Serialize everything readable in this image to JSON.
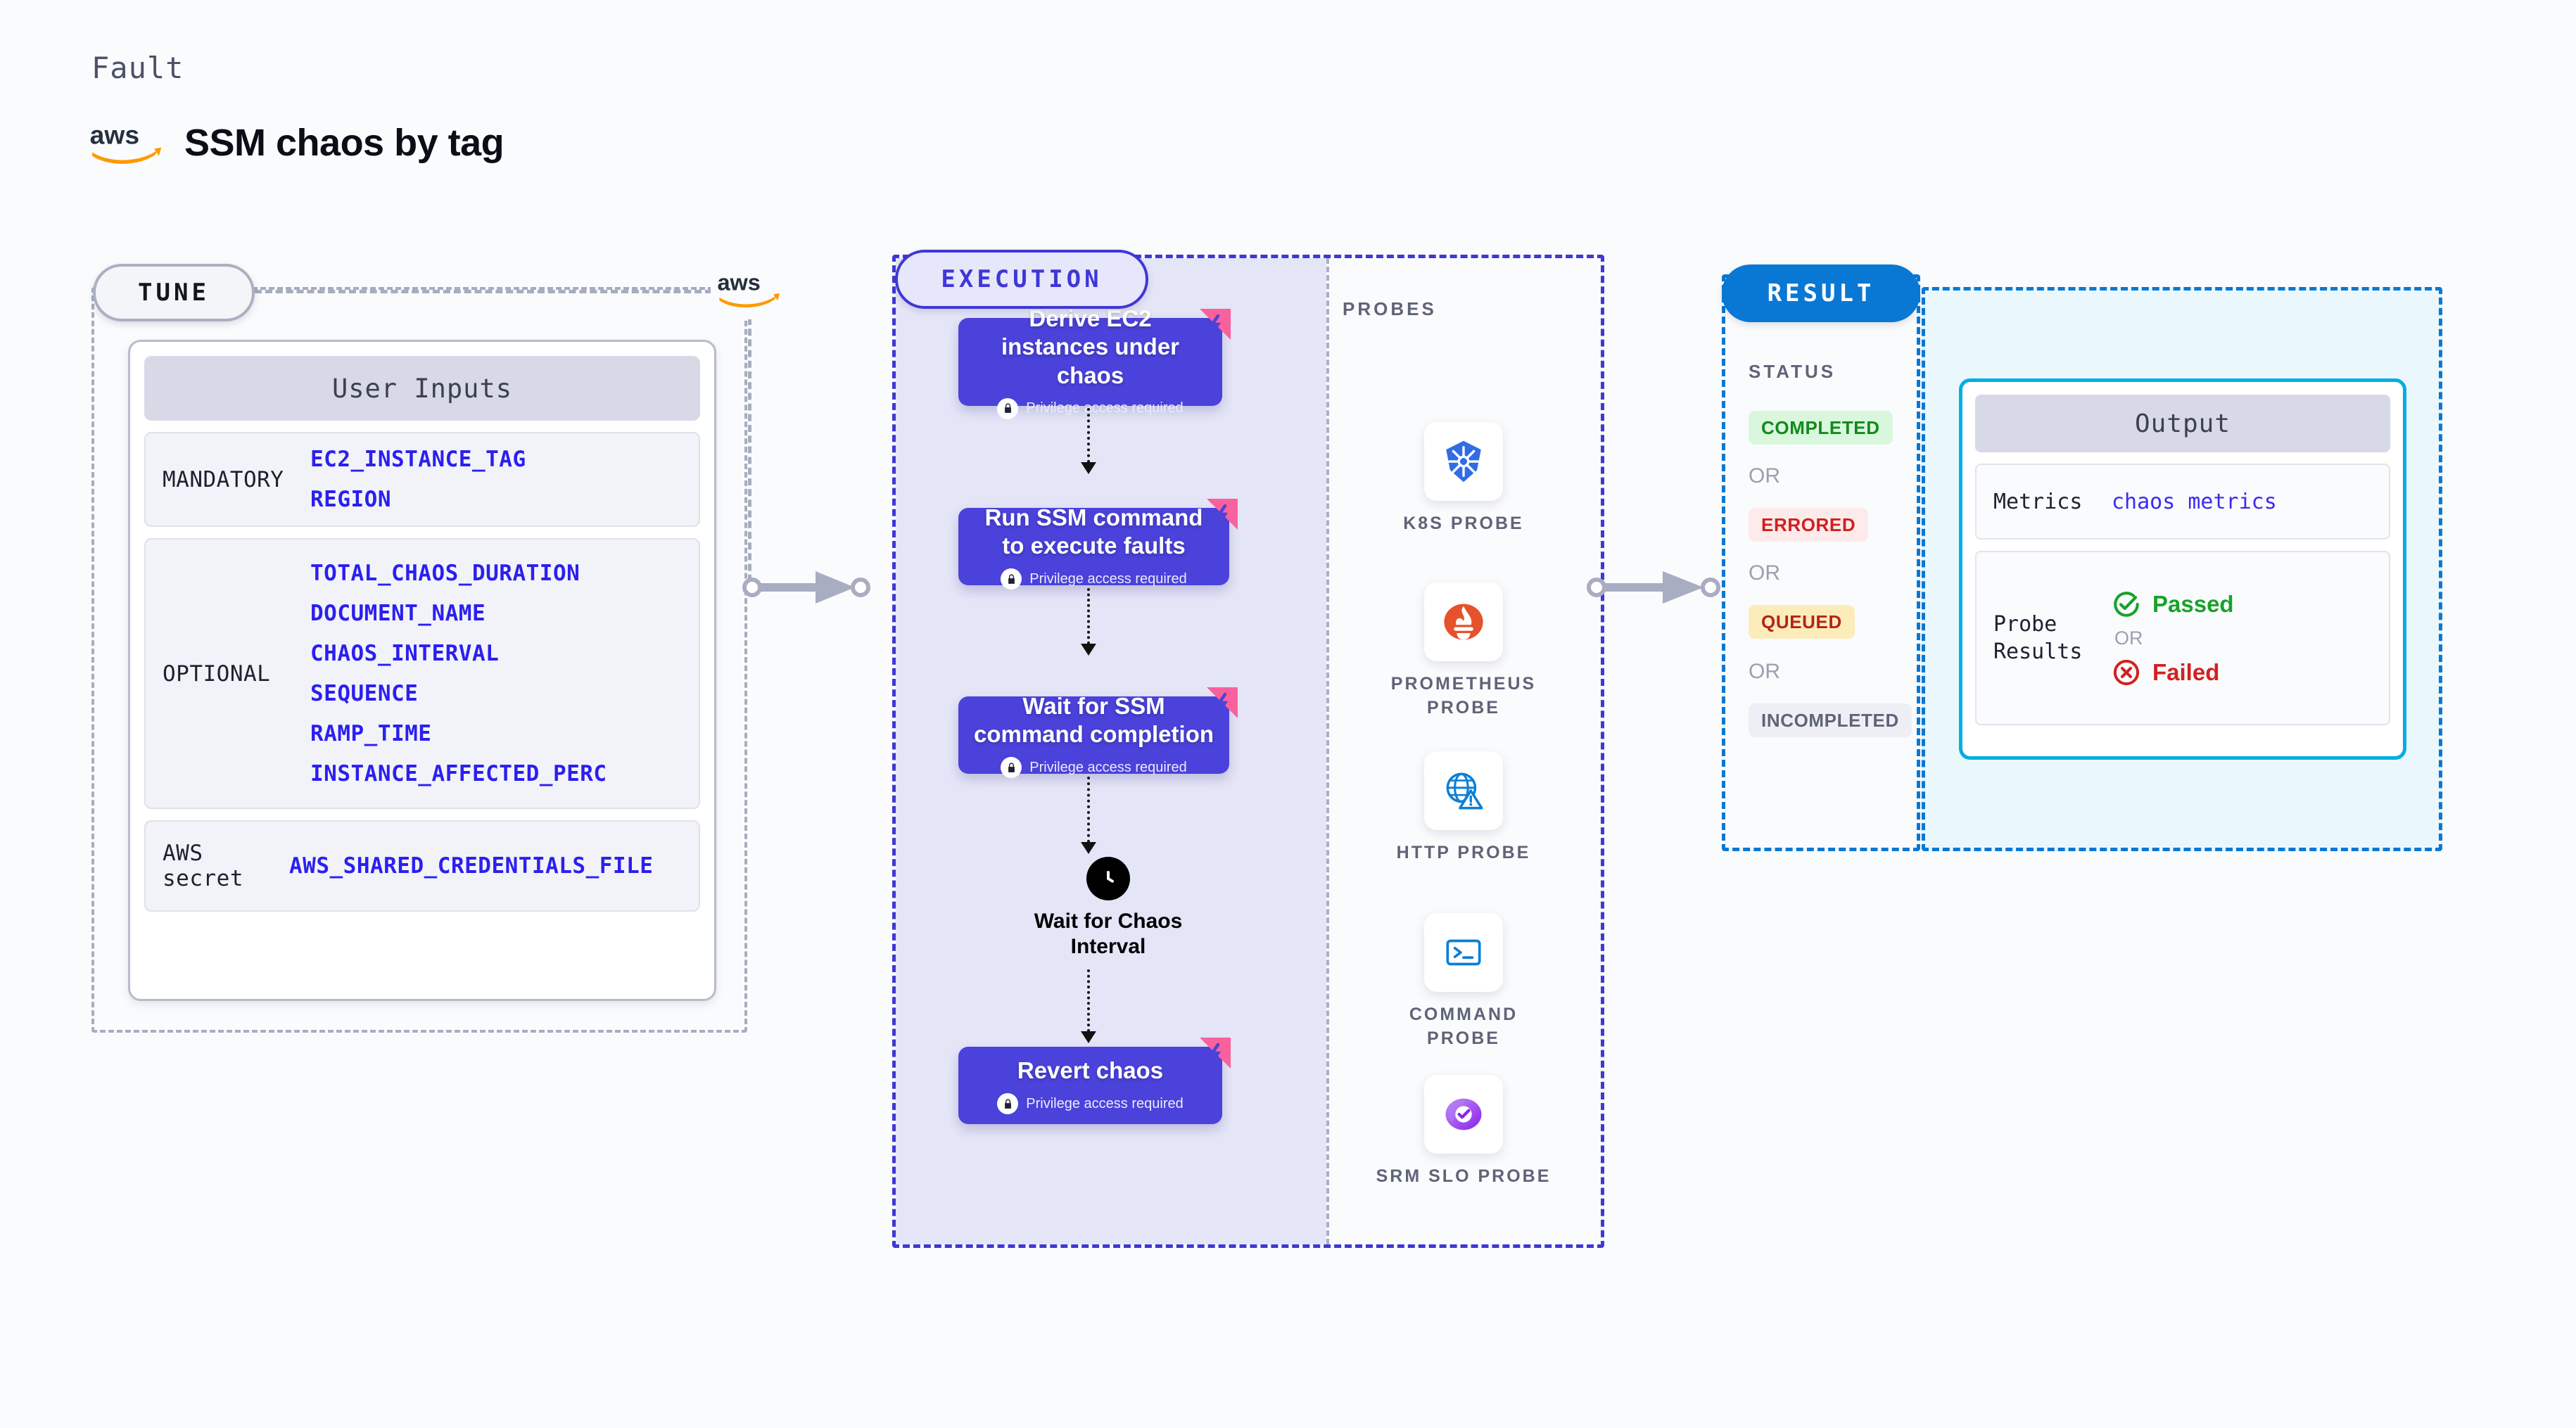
{
  "header": {
    "kind_label": "Fault",
    "title": "SSM chaos by tag",
    "logo": "aws-logo"
  },
  "tune": {
    "badge": "TUNE",
    "card_title": "User Inputs",
    "groups": [
      {
        "label": "MANDATORY",
        "vars": [
          "EC2_INSTANCE_TAG",
          "REGION"
        ]
      },
      {
        "label": "OPTIONAL",
        "vars": [
          "TOTAL_CHAOS_DURATION",
          "DOCUMENT_NAME",
          "CHAOS_INTERVAL",
          "SEQUENCE",
          "RAMP_TIME",
          "INSTANCE_AFFECTED_PERC"
        ]
      },
      {
        "label": "AWS secret",
        "vars": [
          "AWS_SHARED_CREDENTIALS_FILE"
        ]
      }
    ]
  },
  "execution": {
    "badge": "EXECUTION",
    "privilege_note": "Privilege access required",
    "nodes": [
      {
        "title": "Derive EC2 instances under chaos",
        "privileged": true
      },
      {
        "title": "Run SSM command to execute faults",
        "privileged": true
      },
      {
        "title": "Wait for SSM command completion",
        "privileged": true
      },
      {
        "title": "Revert chaos",
        "privileged": true
      }
    ],
    "wait_node": {
      "label": "Wait for Chaos Interval",
      "icon": "clock-icon"
    }
  },
  "probes": {
    "title": "PROBES",
    "items": [
      {
        "label": "K8S PROBE",
        "icon": "kubernetes-icon"
      },
      {
        "label": "PROMETHEUS PROBE",
        "icon": "prometheus-icon"
      },
      {
        "label": "HTTP PROBE",
        "icon": "http-globe-icon"
      },
      {
        "label": "COMMAND PROBE",
        "icon": "terminal-icon"
      },
      {
        "label": "SRM SLO PROBE",
        "icon": "srm-slo-icon"
      }
    ]
  },
  "result": {
    "badge": "RESULT",
    "status_title": "STATUS",
    "or_label": "OR",
    "statuses": [
      {
        "label": "COMPLETED",
        "bg": "#d9f7dc",
        "fg": "#128a1e"
      },
      {
        "label": "ERRORED",
        "bg": "#fdeaea",
        "fg": "#cf2020"
      },
      {
        "label": "QUEUED",
        "bg": "#fcecb9",
        "fg": "#b2241a"
      },
      {
        "label": "INCOMPLETED",
        "bg": "#eeeff5",
        "fg": "#5e6478"
      }
    ],
    "output": {
      "title": "Output",
      "metrics_label": "Metrics",
      "metrics_value": "chaos metrics",
      "probe_results_label": "Probe Results",
      "passed_label": "Passed",
      "failed_label": "Failed",
      "or_label": "OR"
    }
  },
  "colors": {
    "accent_indigo": "#4a42da",
    "exec_panel_bg": "#e4e5f7",
    "result_blue": "#0878d4",
    "output_border": "#03aee0",
    "harness_pink": "#f9619c",
    "aws_orange": "#ff9900",
    "var_blue": "#2b1ff0"
  }
}
